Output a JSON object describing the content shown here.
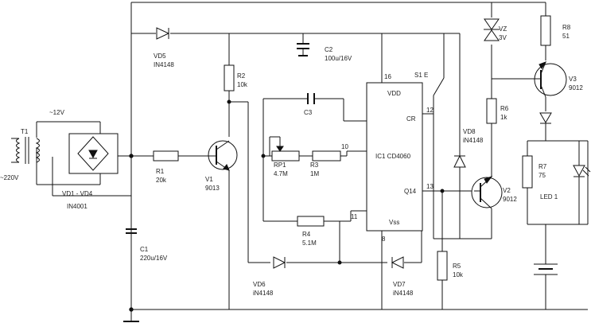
{
  "labels": {
    "t1": "T1",
    "mains": "~220V",
    "secondary": "~12V",
    "bridge": "VD1 - VD4",
    "bridge_part": "IN4001",
    "c1": "C1",
    "c1_val": "220u/16V",
    "vd5": "VD5",
    "vd5_part": "IN4148",
    "r1": "R1",
    "r1_val": "20k",
    "r2": "R2",
    "r2_val": "10k",
    "v1": "V1",
    "v1_part": "9013",
    "c2": "C2",
    "c2_val": "100u/16V",
    "c3": "C3",
    "rp1": "RP1",
    "rp1_val": "4.7M",
    "r3": "R3",
    "r3_val": "1M",
    "r4": "R4",
    "r4_val": "5.1M",
    "ic": "IC1 CD4060",
    "pin_vdd": "VDD",
    "pin_cr": "CR",
    "pin_q14": "Q14",
    "pin_vss": "Vss",
    "pin16": "16",
    "pin12": "12",
    "pin10": "10",
    "pin11": "11",
    "pin13": "13",
    "pin8": "8",
    "s1": "S1 E",
    "vd6": "VD6",
    "vd6_part": "iN4148",
    "vd7": "VD7",
    "vd7_part": "iN4148",
    "r5": "R5",
    "r5_val": "10k",
    "vd8": "VD8",
    "vd8_part": "iN4148",
    "r6": "R6",
    "r6_val": "1k",
    "v2": "V2",
    "v2_part": "9012",
    "vz": "VZ",
    "vz_val": "3V",
    "r8": "R8",
    "r8_val": "51",
    "v3": "V3",
    "v3_part": "9012",
    "r7": "R7",
    "r7_val": "75",
    "led": "LED 1"
  }
}
